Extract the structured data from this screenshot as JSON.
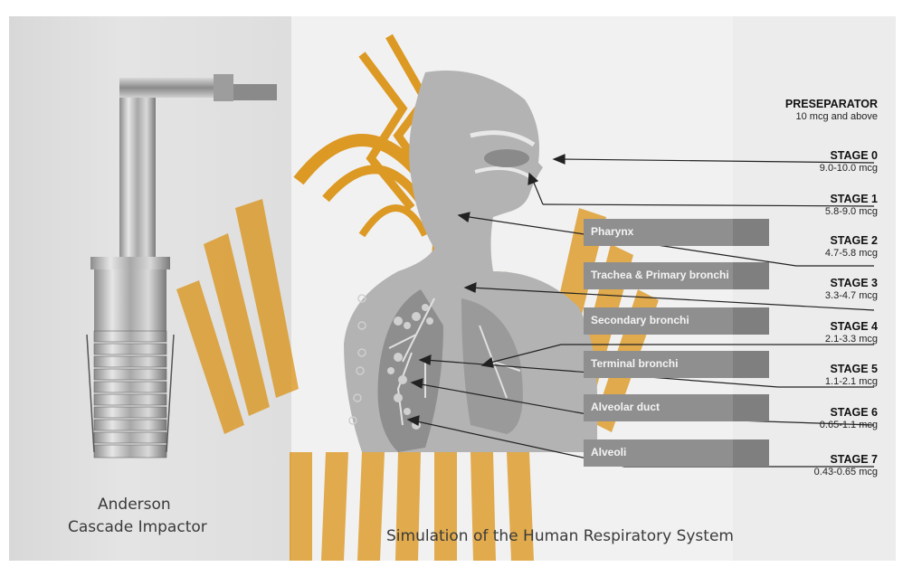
{
  "device_caption": {
    "line1": "Anderson",
    "line2": "Cascade Impactor"
  },
  "diagram_caption": "Simulation of the Human Respiratory System",
  "preseparator": {
    "name": "PRESEPARATOR",
    "range": "10 mcg and above"
  },
  "stages": [
    {
      "name": "STAGE 0",
      "range": "9.0-10.0 mcg"
    },
    {
      "name": "STAGE 1",
      "range": "5.8-9.0 mcg"
    },
    {
      "name": "STAGE 2",
      "range": "4.7-5.8 mcg"
    },
    {
      "name": "STAGE 3",
      "range": "3.3-4.7 mcg"
    },
    {
      "name": "STAGE 4",
      "range": "2.1-3.3 mcg"
    },
    {
      "name": "STAGE 5",
      "range": "1.1-2.1 mcg"
    },
    {
      "name": "STAGE 6",
      "range": "0.65-1.1 mcg"
    },
    {
      "name": "STAGE 7",
      "range": "0.43-0.65 mcg"
    }
  ],
  "regions": [
    "Pharynx",
    "Trachea & Primary bronchi",
    "Secondary bronchi",
    "Terminal bronchi",
    "Alveolar duct",
    "Alveoli"
  ],
  "colors": {
    "watermark": "#d98a00",
    "silhouette": "#b3b3b3",
    "region_box": "#8f8f8f"
  }
}
